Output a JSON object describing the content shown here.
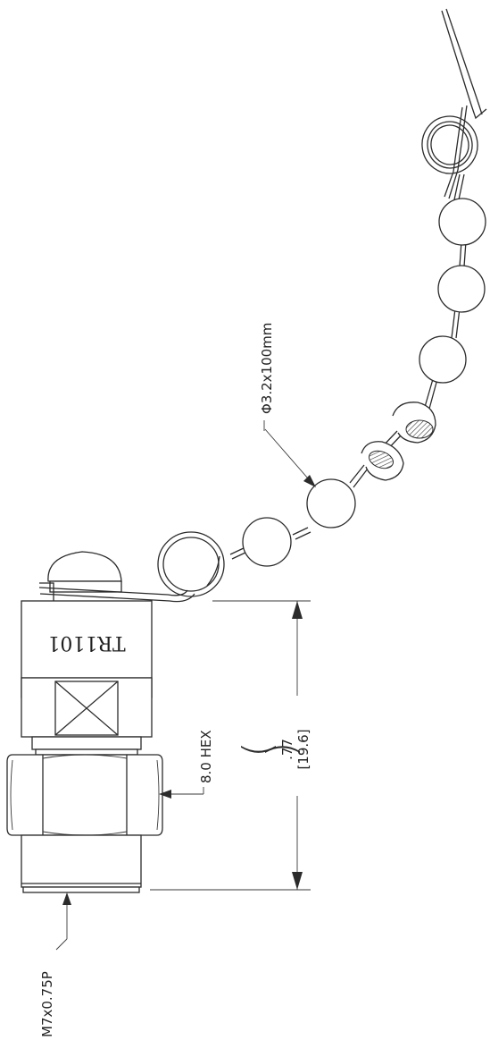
{
  "drawing": {
    "part_marking": "TR1101",
    "chain_callout": "Φ3.2x100mm",
    "hex_callout": "8.0 HEX",
    "thread_callout": "M7x0.75P",
    "length_dimension": {
      "inch": ".77",
      "mm": "[19.6]"
    }
  },
  "colors": {
    "line": "#2b2b2b",
    "background": "#ffffff",
    "section_hatch": "#3a3a3a"
  }
}
